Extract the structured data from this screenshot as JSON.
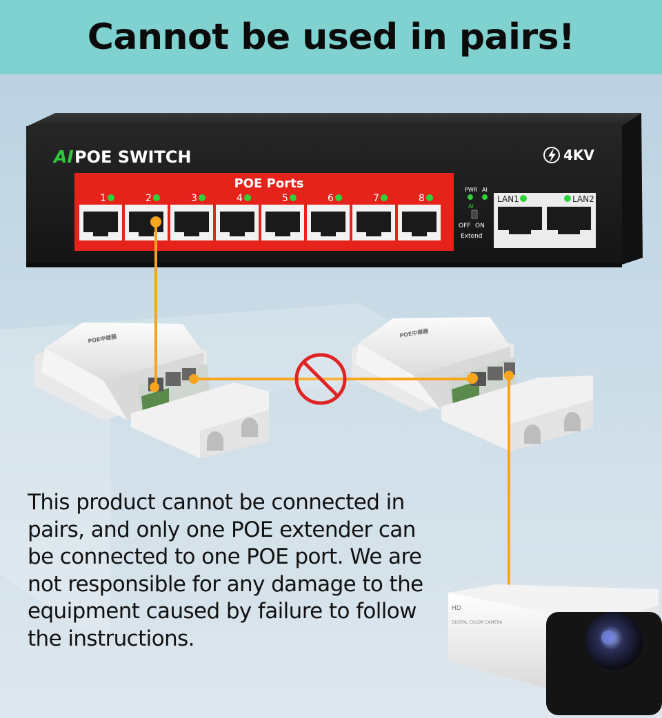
{
  "banner": {
    "title": "Cannot be used in pairs!"
  },
  "switch": {
    "brand_ai": "AI",
    "brand_name": "POE SWITCH",
    "surge": "4KV",
    "ports_label": "POE Ports",
    "ports": [
      "1",
      "2",
      "3",
      "4",
      "5",
      "6",
      "7",
      "8"
    ],
    "pwr_label": "PWR",
    "ai_label": "AI",
    "ai_small": "AI",
    "off_label": "OFF",
    "on_label": "ON",
    "extend_label": "Extend",
    "lan1": "LAN1",
    "lan2": "LAN2",
    "colors": {
      "body": "#1b1b1b",
      "panel": "#e5231b",
      "led": "#2ed23a",
      "brand_accent": "#2ec93c"
    }
  },
  "extender": {
    "label": "POE中继器"
  },
  "camera": {
    "label1": "HD",
    "label2": "DIGITAL COLOR CAMERA"
  },
  "cable_color": "#f7a51c",
  "prohibited_icon": "no-entry-icon",
  "description": {
    "lines": [
      "This product cannot be connected in",
      "pairs, and only one POE extender can",
      "be connected to one POE port. We are",
      "not responsible for any damage to the",
      "equipment caused by failure to follow",
      "the instructions."
    ]
  }
}
